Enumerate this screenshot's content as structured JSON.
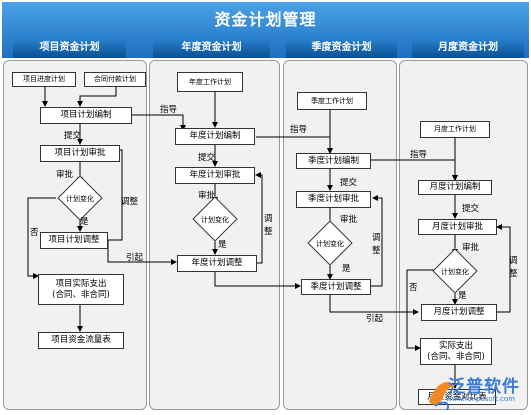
{
  "header": {
    "title": "资金计划管理",
    "columns": [
      "项目资金计划",
      "年度资金计划",
      "季度资金计划",
      "月度资金计划"
    ]
  },
  "col1": {
    "progress_plan": "项目进度计划",
    "contract_plan": "合同付款计划",
    "compile": "项目计划编制",
    "submit": "提交",
    "review": "项目计划审批",
    "approve": "审批",
    "change": "计划变化",
    "yes": "是",
    "no": "否",
    "adjust_label": "调整",
    "adjust": "项目计划调整",
    "actual_line1": "项目实际支出",
    "actual_line2": "(合同、非合同)",
    "cashflow": "项目资金流量表"
  },
  "col2": {
    "work_plan": "年度工作计划",
    "guide": "指导",
    "compile": "年度计划编制",
    "submit": "提交",
    "review": "年度计划审批",
    "approve": "审批",
    "change": "计划变化",
    "yes": "是",
    "adjust_label": "调整",
    "adjust": "年度计划调整",
    "trigger": "引起"
  },
  "col3": {
    "work_plan": "季度工作计划",
    "guide": "指导",
    "compile": "季度计划编制",
    "submit": "提交",
    "review": "季度计划审批",
    "approve": "审批",
    "change": "计划变化",
    "yes": "是",
    "adjust_label": "调整",
    "adjust": "季度计划调整",
    "trigger": "引起"
  },
  "col4": {
    "work_plan": "月度工作计划",
    "guide": "指导",
    "compile": "月度计划编制",
    "submit": "提交",
    "review": "月度计划审批",
    "approve": "审批",
    "change": "计划变化",
    "yes": "是",
    "no": "否",
    "adjust_label": "调整",
    "adjust": "月度计划调整",
    "actual_line1": "实际支出",
    "actual_line2": "(合同、非合同)",
    "compare": "月度资金对比表"
  },
  "watermark": {
    "brand": "泛普软件",
    "url": "www.fanpusoft.com"
  }
}
